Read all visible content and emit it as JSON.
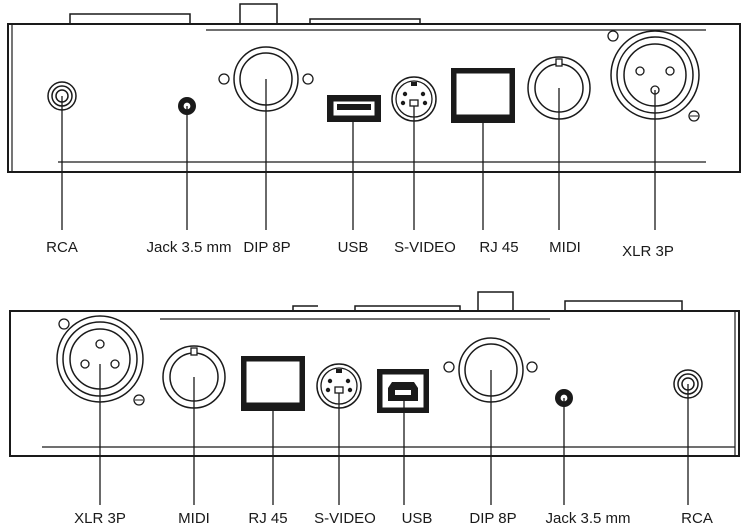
{
  "panels": [
    {
      "id": "top",
      "labels": [
        "RCA",
        "Jack 3.5 mm",
        "DIP 8P",
        "USB",
        "S-VIDEO",
        "RJ 45",
        "MIDI",
        "XLR 3P"
      ]
    },
    {
      "id": "bottom",
      "labels": [
        "XLR 3P",
        "MIDI",
        "RJ 45",
        "S-VIDEO",
        "USB",
        "DIP 8P",
        "Jack 3.5 mm",
        "RCA"
      ]
    }
  ],
  "colors": {
    "line": "#1a1a1a",
    "fill": "#ffffff"
  }
}
